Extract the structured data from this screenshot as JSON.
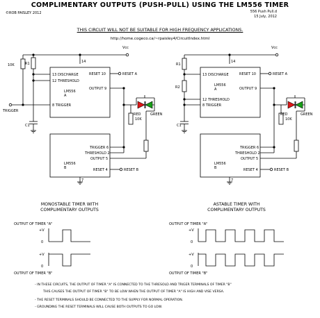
{
  "header": {
    "title": "COMPLIMENTARY OUTPUTS (PUSH-PULL) USING THE LM556 TIMER",
    "author": "©ROB PAISLEY 2012",
    "filename": "556 Push Pull.d",
    "date": "15 July, 2012",
    "warning": "THIS CIRCUIT WILL NOT BE SUITABLE FOR HIGH FREQUENCY APPLICATIONS.",
    "url": "http://home.cogeco.ca/~rpaisley4/CircuitIndex.html"
  },
  "left_circuit": {
    "vcc": "Vcc",
    "r_timing": "10K",
    "r1": "R1",
    "c1": "C1",
    "trigger": "TRIGGER",
    "pin14": "14",
    "pin7": "7",
    "chip_a": "LM556\nA",
    "chip_b": "LM556\nB",
    "a_pins": {
      "discharge": "13 DISCHARGE",
      "threshold": "12 THRESHOLD",
      "trigger": "8 TRIGGER",
      "reset": "RESET 10",
      "output": "OUTPUT 9"
    },
    "reset_a": "RESET A",
    "b_pins": {
      "trigger": "TRIGGER 6",
      "threshold": "THRESHOLD 2",
      "output": "OUTPUT 5",
      "reset": "RESET 4"
    },
    "reset_b": "RESET B",
    "led_r": "10K",
    "red": "RED",
    "green": "GREEN",
    "caption": "MONOSTABLE TIMER WITH\nCOMPLIMENTARY OUTPUTS"
  },
  "right_circuit": {
    "vcc": "Vcc",
    "r1": "R1",
    "r2": "R2",
    "c1": "C1",
    "pin14": "14",
    "pin7": "7",
    "chip_a": "LM556\nA",
    "chip_b": "LM556\nB",
    "a_pins": {
      "discharge": "13 DISCHARGE",
      "threshold": "12 THRESHOLD",
      "trigger": "8 TRIGGER",
      "reset": "RESET 10",
      "output": "OUTPUT 9"
    },
    "reset_a": "RESET A",
    "b_pins": {
      "trigger": "TRIGGER 6",
      "threshold": "THRESHOLD 2",
      "output": "OUTPUT 5",
      "reset": "RESET 4"
    },
    "reset_b": "RESET B",
    "led_r": "10K",
    "red": "RED",
    "green": "GREEN",
    "caption": "ASTABLE TIMER WITH\nCOMPLIMENTARY OUTPUTS"
  },
  "waveforms": {
    "output_a": "OUTPUT OF TIMER \"A\"",
    "output_b": "OUTPUT OF TIMER \"B\"",
    "plus_v": "+V",
    "zero": "0"
  },
  "notes": [
    "-  IN THESE CIRCUITS, THE OUTPUT OF TIMER \"A\" IS CONNECTED TO THE THRESOLD AND TRIGER TERMINALS OF TIMER \"B\"",
    "THIS CAUSES THE OUTPUT OF TIMER \"B\" TO BE LOW WHEN THE OUTPUT OF TIMER \"A\" IS HIGH AND VISE VERSA.",
    "- THE RESET TERMINALS SHOULD BE CONNECTED TO THE SUPPLY FOR NORMAL OPERATION.",
    "- GROUNDING THE RESET TERMINALS WILL CAUSE BOTH OUTPUTS TO GO LOW."
  ],
  "colors": {
    "red_led": "#e01818",
    "green_led": "#18a018",
    "ink": "#000000"
  }
}
